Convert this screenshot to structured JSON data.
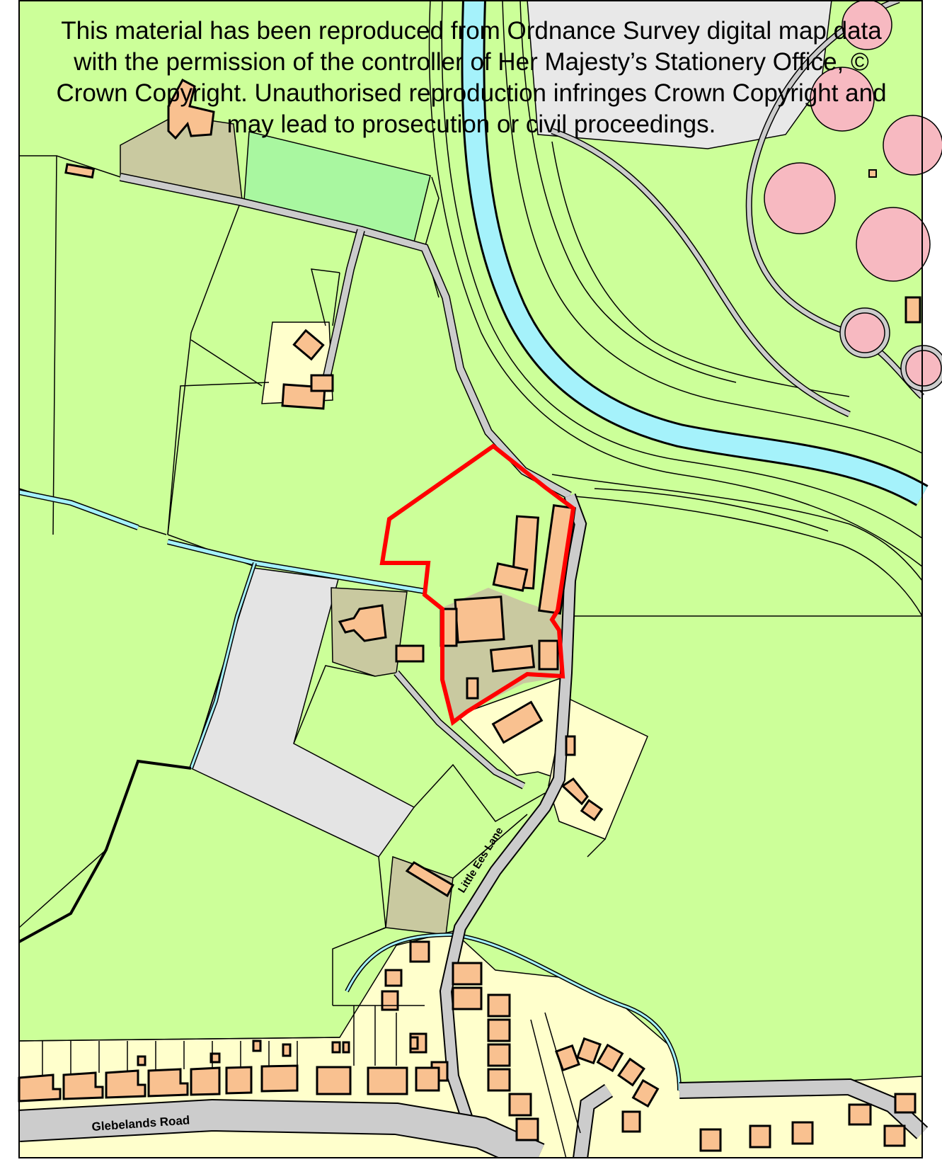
{
  "notice": {
    "line1": "This material has been reproduced from Ordnance Survey digital map data",
    "line2": "with the permission of the controller of Her Majesty’s Stationery Office, ©",
    "line3": "Crown Copyright. Unauthorised reproduction infringes Crown Copyright and",
    "line4": "may lead to prosecution or civil proceedings."
  },
  "road_labels": {
    "glebelands": "Glebelands Road",
    "little_ees": "Little Ees Lane"
  },
  "colors": {
    "field": "#ccff99",
    "sports": "#a9f7a0",
    "building": "#f9c190",
    "yard": "#c9c9a0",
    "garden": "#ffffcc",
    "water": "#a5f2fb",
    "tank": "#f7b9c1",
    "road": "#cccccc",
    "industrial": "#e8e8e8",
    "boundary": "#ff0000"
  }
}
